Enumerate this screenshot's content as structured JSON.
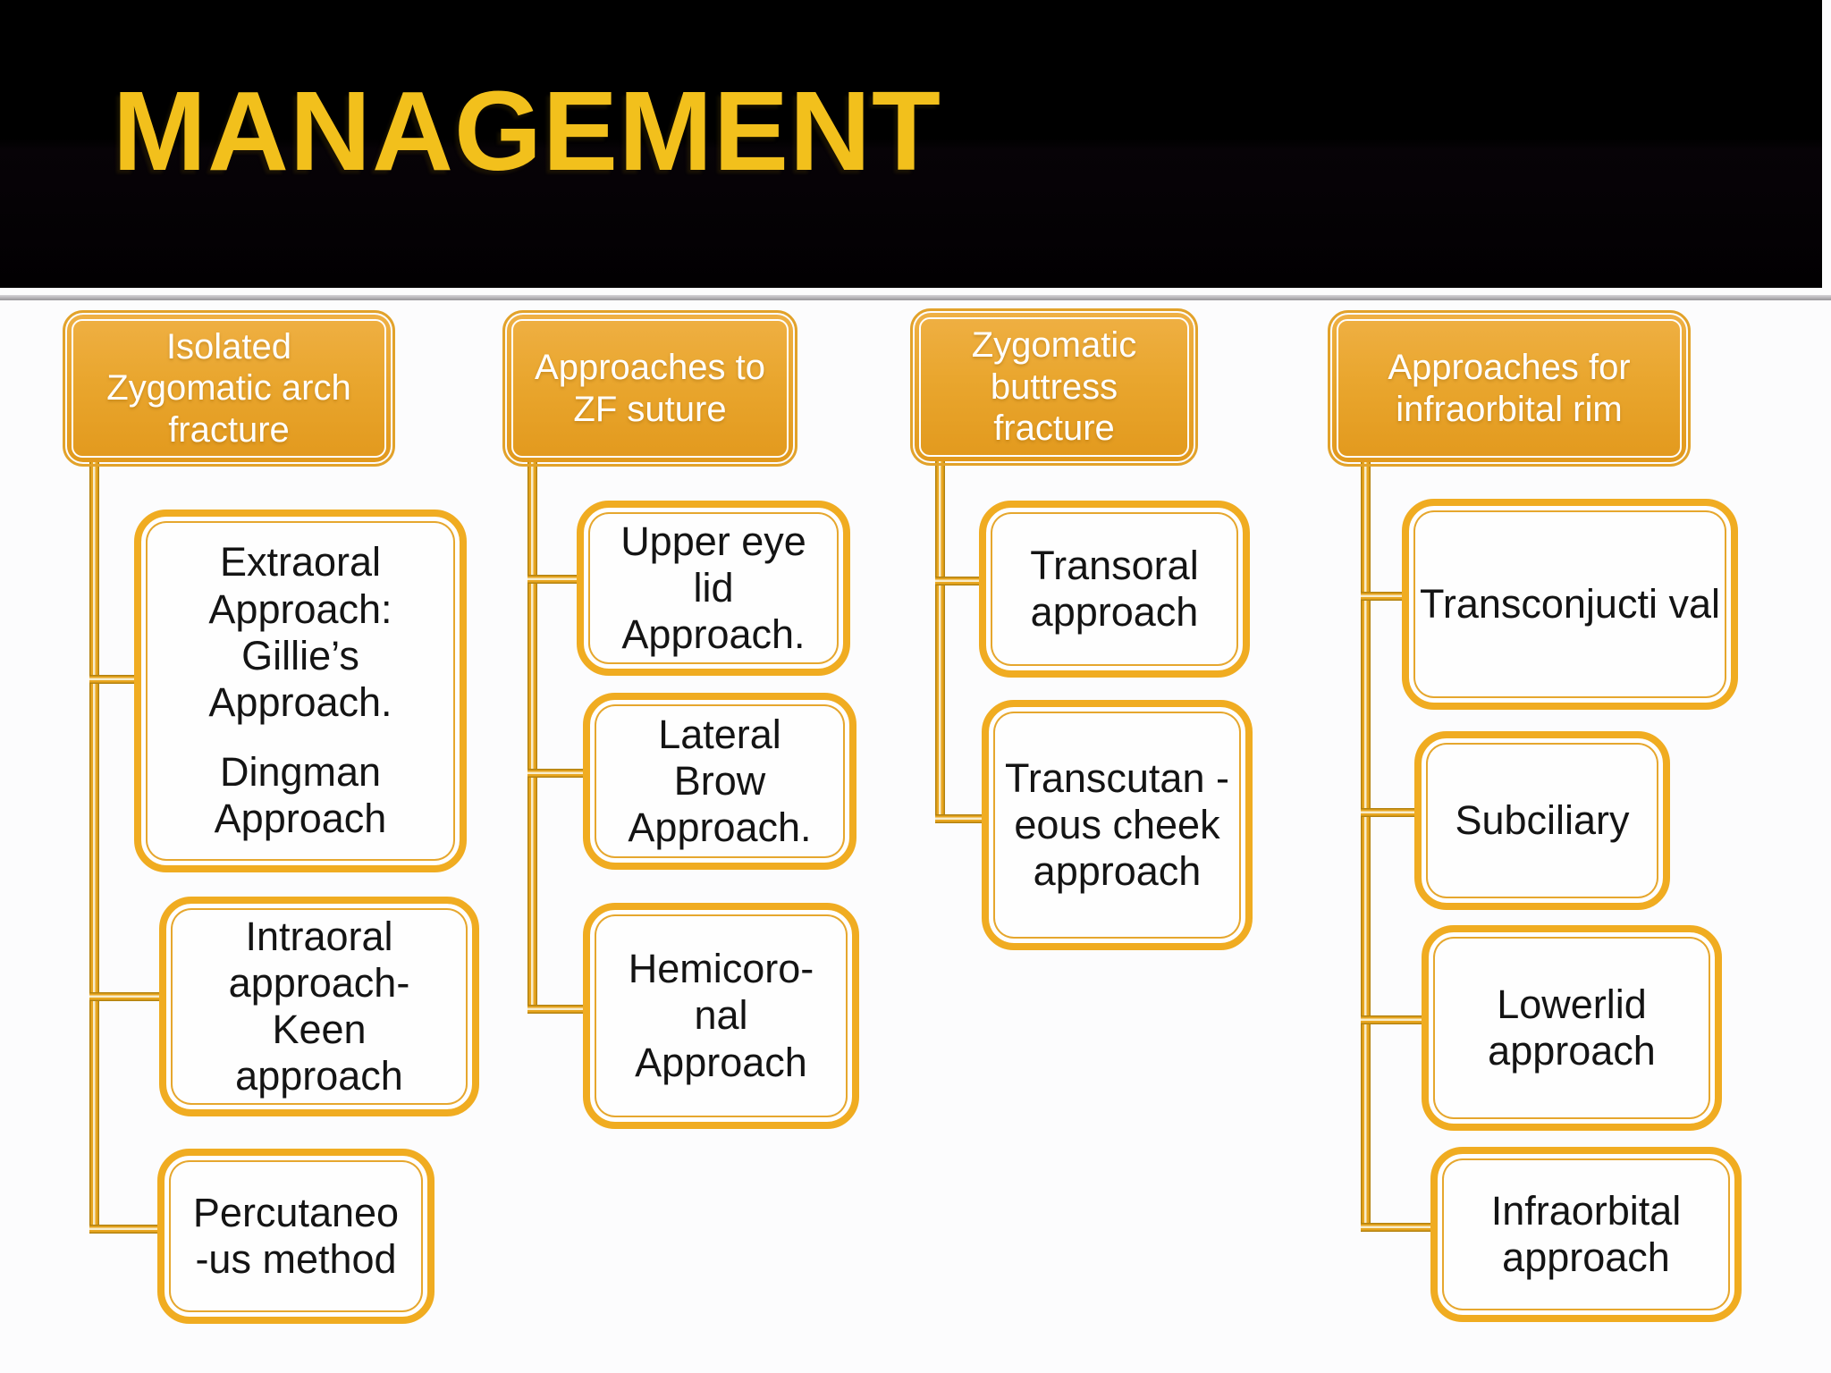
{
  "slide": {
    "title": "MANAGEMENT"
  },
  "colors": {
    "title_yellow": "#F2C01C",
    "title_bar_black": "#000000",
    "header_fill_gold": "#E9A62E",
    "box_border_gold": "#F0AC21",
    "connector_gold": "#E8A620",
    "header_text": "#FFFFFF",
    "child_text": "#141414",
    "separator_gray": "#97959A"
  },
  "columns": [
    {
      "header": "Isolated Zygomatic arch fracture",
      "boxes": [
        {
          "para1": "Extraoral Approach: Gillie’s Approach.",
          "para2": "Dingman Approach"
        },
        {
          "para1": "Intraoral approach- Keen approach"
        },
        {
          "para1": "Percutaneo -us method"
        }
      ]
    },
    {
      "header": "Approaches to ZF suture",
      "boxes": [
        {
          "para1": "Upper eye lid Approach."
        },
        {
          "para1": "Lateral Brow Approach."
        },
        {
          "para1": "Hemicoro- nal Approach"
        }
      ]
    },
    {
      "header": "Zygomatic buttress fracture",
      "boxes": [
        {
          "para1": "Transoral approach"
        },
        {
          "para1": "Transcutan -eous cheek approach"
        }
      ]
    },
    {
      "header": "Approaches for infraorbital rim",
      "boxes": [
        {
          "para1": "Transconjucti val"
        },
        {
          "para1": "Subciliary"
        },
        {
          "para1": "Lowerlid approach"
        },
        {
          "para1": "Infraorbital approach"
        }
      ]
    }
  ]
}
